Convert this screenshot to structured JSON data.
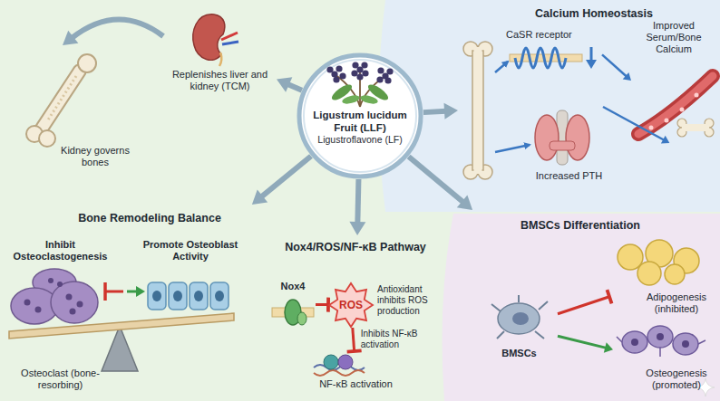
{
  "diagram": {
    "nodes": [
      {
        "text": [
          "Kidney governs bones"
        ]
      },
      {
        "text": [
          "Replenishes liver and kidney (TCM)"
        ]
      },
      {
        "text": [
          "Calcium Homeostasis"
        ]
      },
      {
        "text": [
          "CaSR receptor"
        ],
        "in": 2
      },
      {
        "text": [
          "Increased PTH"
        ],
        "in": 2
      },
      {
        "text": [
          "Improved Serum/Bone Calcium"
        ],
        "in": 2
      },
      {
        "text": [
          "Ligustrum lucidum Fruit (LLF)",
          "Ligustroflavone (LF)"
        ]
      },
      {
        "text": [
          "Bone Remodeling Balance"
        ]
      },
      {
        "text": [
          "Inhibit Osteoclastogenesis",
          "Osteoclast (bone-resorbing)"
        ],
        "in": 7
      },
      {
        "text": [
          "Promote Osteoblast Activity"
        ],
        "in": 7
      },
      {
        "text": [
          "Nox4/ROS/NF-κB Pathway"
        ]
      },
      {
        "text": [
          "Nox4"
        ],
        "in": 10
      },
      {
        "text": [
          "ROS"
        ],
        "in": 10
      },
      {
        "text": [
          "NF-κB activation"
        ],
        "in": 10
      },
      {
        "text": [
          "BMSCs Differentiation"
        ]
      },
      {
        "text": [
          "BMSCs"
        ],
        "in": 14
      },
      {
        "text": [
          "Adipogenesis (inhibited)"
        ],
        "in": 14
      },
      {
        "text": [
          "Osteogenesis (promoted)"
        ],
        "in": 14
      }
    ],
    "edges": [
      {
        "from": 6,
        "to": 1,
        "arrow": "to"
      },
      {
        "from": 1,
        "to": 0,
        "arrow": "to"
      },
      {
        "from": 6,
        "to": 2,
        "arrow": "to"
      },
      {
        "from": 3,
        "to": 5,
        "arrow": "to"
      },
      {
        "from": 4,
        "to": 5,
        "arrow": "to"
      },
      {
        "from": 6,
        "to": 7,
        "arrow": "to"
      },
      {
        "from": 6,
        "to": 10,
        "arrow": "to"
      },
      {
        "from": 11,
        "to": 12,
        "arrow": "to"
      },
      {
        "from": 12,
        "to": 13,
        "arrow": "to",
        "label": "Inhibits NF-κB activation"
      },
      {
        "from": 6,
        "to": 14,
        "arrow": "to"
      },
      {
        "from": 15,
        "to": 16,
        "arrow": "to"
      },
      {
        "from": 15,
        "to": 17,
        "arrow": "to"
      }
    ],
    "labels": [
      "Antioxidant inhibits ROS production"
    ]
  }
}
